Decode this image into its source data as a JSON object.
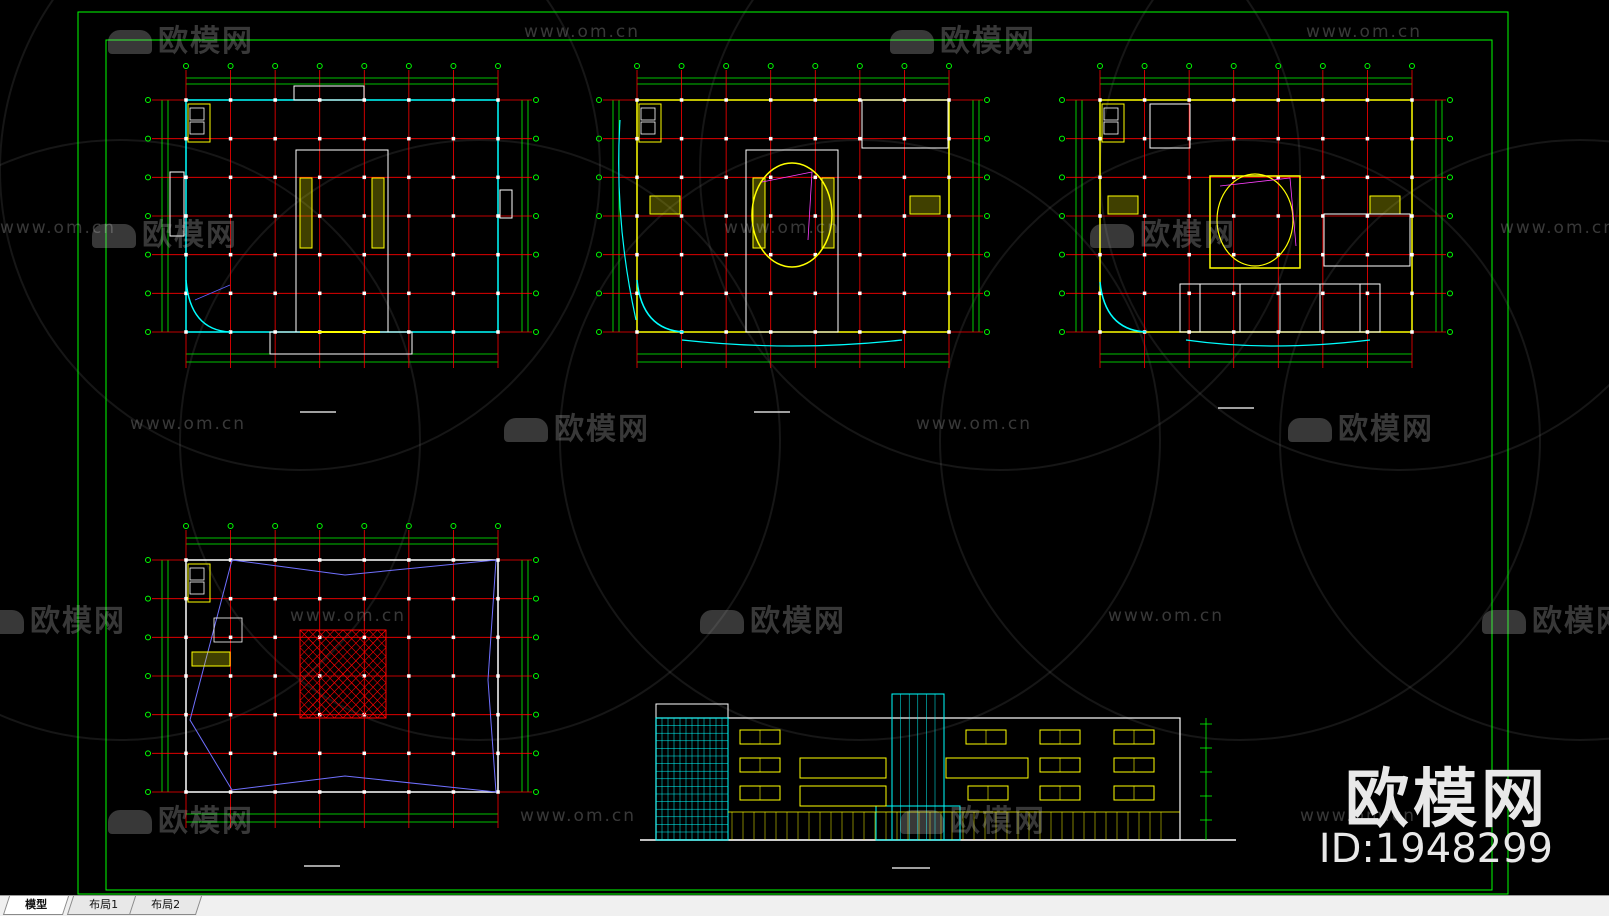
{
  "watermark": {
    "brand": "欧模网",
    "url": "www.om.cn",
    "big_brand": "欧模网",
    "id_label": "ID:1948299"
  },
  "layout_tabs": [
    {
      "label": "模型",
      "active": true
    },
    {
      "label": "布局1",
      "active": false
    },
    {
      "label": "布局2",
      "active": false
    }
  ],
  "colors": {
    "background": "#000000",
    "frame": "#00ff00",
    "grid": "#ff0000",
    "wall": "#ffffff",
    "stair": "#ffff00",
    "curtain": "#00ffff",
    "dim": "#00ff00"
  }
}
